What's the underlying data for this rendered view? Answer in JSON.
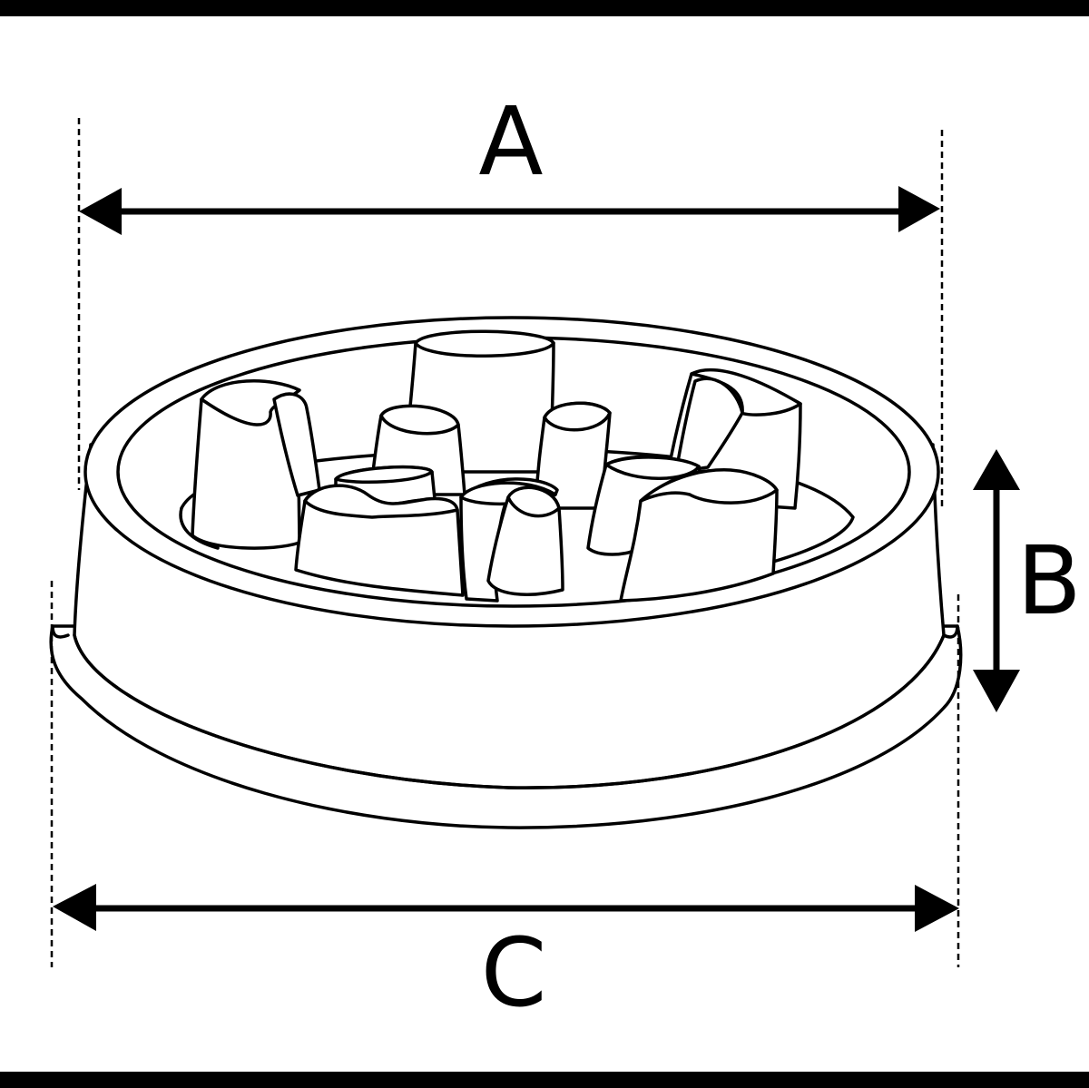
{
  "labels": {
    "a": "A",
    "b": "B",
    "c": "C"
  },
  "colors": {
    "background": "#ffffff",
    "ink": "#000000"
  }
}
